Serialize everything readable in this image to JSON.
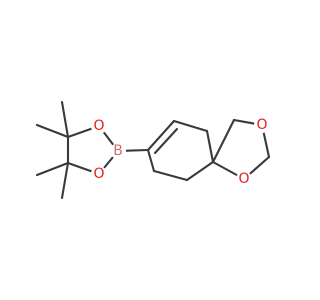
{
  "molecule": {
    "atoms": {
      "boron": "B",
      "oxygen_boronate_top": "O",
      "oxygen_boronate_bottom": "O",
      "oxygen_dioxolane_top": "O",
      "oxygen_dioxolane_bottom": "O"
    },
    "colors": {
      "bond": "#3a3a3a",
      "boron": "#d07070",
      "oxygen": "#e02020"
    }
  }
}
